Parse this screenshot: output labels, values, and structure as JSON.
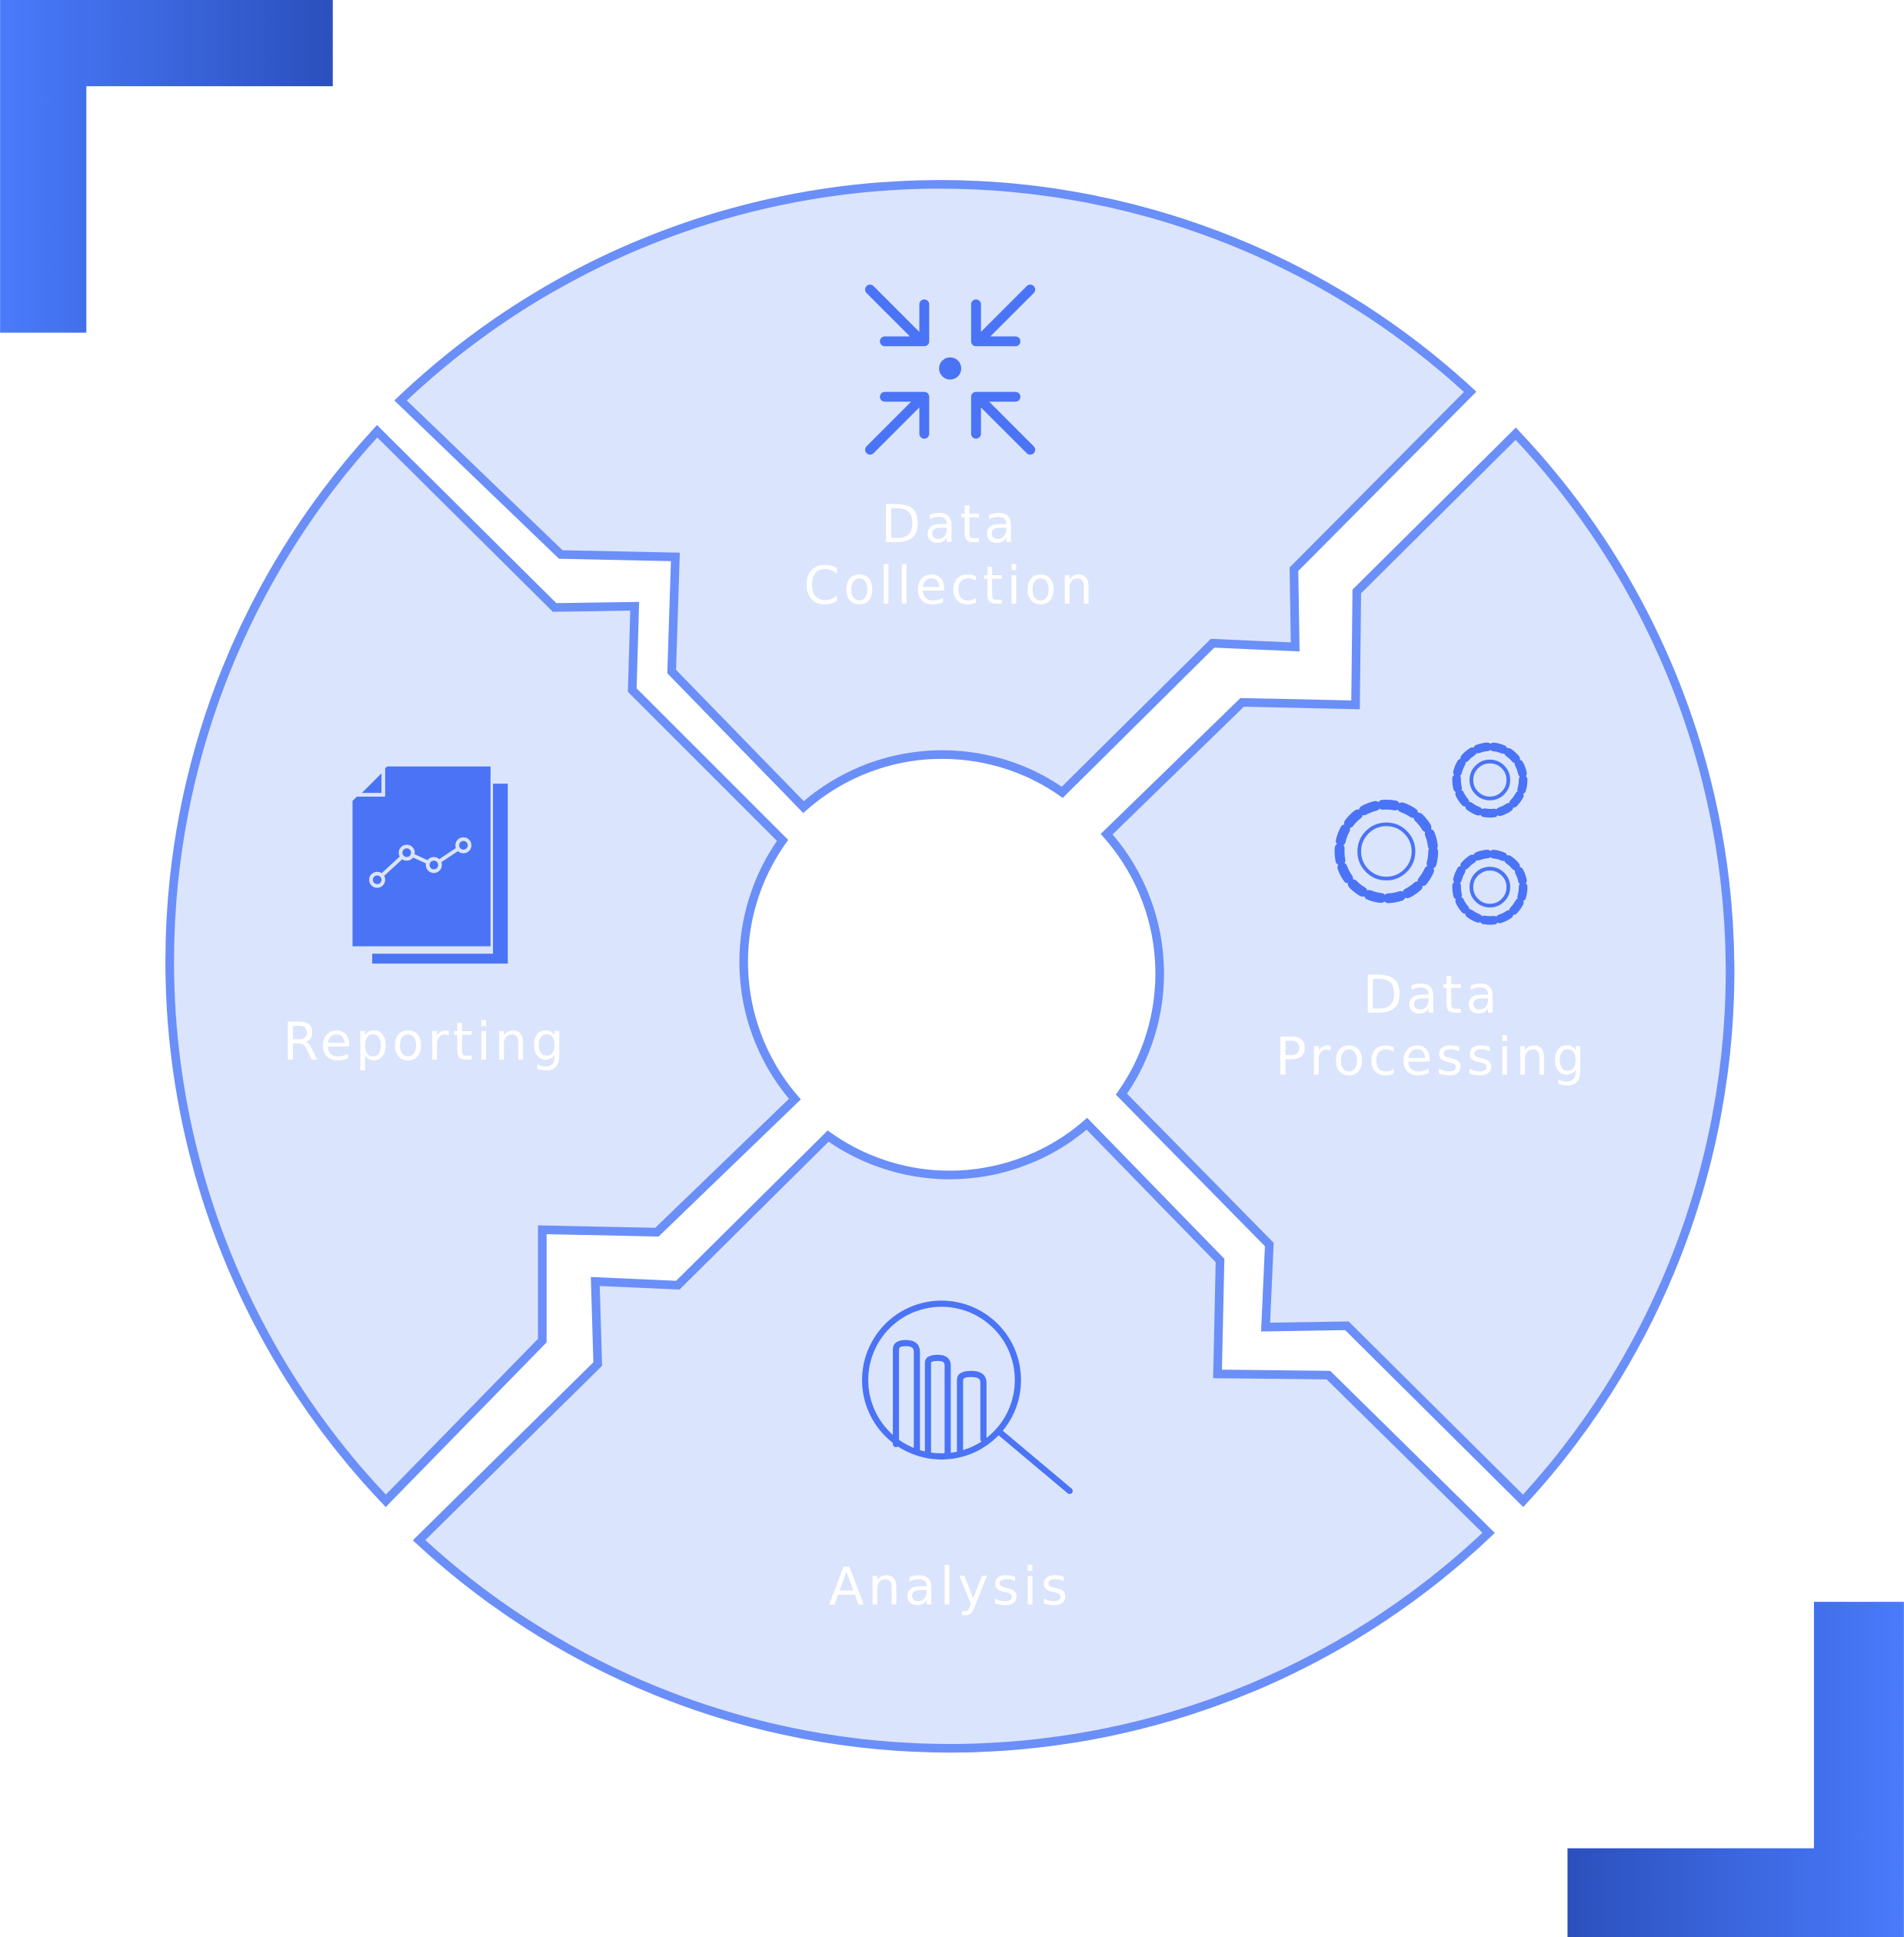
{
  "colors": {
    "segment_fill": "#dbe4fd",
    "segment_stroke": "#6b8ff8",
    "icon": "#4a74f5",
    "bracket_light": "#4a7bfc",
    "bracket_dark": "#2b50bd",
    "label": "#ffffff"
  },
  "segments": [
    {
      "name": "data-collection",
      "label_line1": "Data",
      "label_line2": "Collection",
      "icon": "collapse-arrows-icon"
    },
    {
      "name": "data-processing",
      "label_line1": "Data",
      "label_line2": "Processing",
      "icon": "gears-icon"
    },
    {
      "name": "analysis",
      "label_line1": "Analysis",
      "icon": "magnifier-bar-chart-icon"
    },
    {
      "name": "reporting",
      "label_line1": "Reporting",
      "icon": "report-document-icon"
    }
  ]
}
